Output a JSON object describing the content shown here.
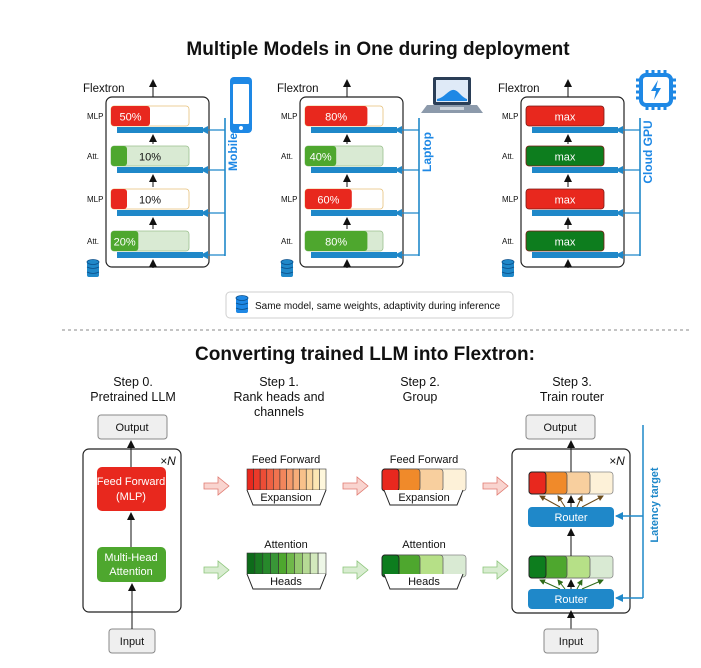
{
  "top_title": "Multiple Models in One during deployment",
  "flextron_label": "Flextron",
  "panels": [
    {
      "device": "Mobile",
      "layers": [
        {
          "type": "MLP",
          "value": "50%"
        },
        {
          "type": "Att.",
          "value": "10%"
        },
        {
          "type": "MLP",
          "value": "10%"
        },
        {
          "type": "Att.",
          "value": "20%"
        }
      ]
    },
    {
      "device": "Laptop",
      "layers": [
        {
          "type": "MLP",
          "value": "80%"
        },
        {
          "type": "Att.",
          "value": "40%"
        },
        {
          "type": "MLP",
          "value": "60%"
        },
        {
          "type": "Att.",
          "value": "80%"
        }
      ]
    },
    {
      "device": "Cloud GPU",
      "layers": [
        {
          "type": "MLP",
          "value": "max"
        },
        {
          "type": "Att.",
          "value": "max"
        },
        {
          "type": "MLP",
          "value": "max"
        },
        {
          "type": "Att.",
          "value": "max"
        }
      ]
    }
  ],
  "note": "Same model, same weights, adaptivity during inference",
  "bottom_title": "Converting trained LLM into Flextron:",
  "steps": {
    "s0": [
      "Step 0.",
      "Pretrained LLM"
    ],
    "s1": [
      "Step 1.",
      "Rank heads and",
      "channels"
    ],
    "s2": [
      "Step 2.",
      "Group"
    ],
    "s3": [
      "Step 3.",
      "Train router"
    ]
  },
  "blocks": {
    "output": "Output",
    "input": "Input",
    "times_n": "×N",
    "ff_line1": "Feed Forward",
    "ff_line2": "(MLP)",
    "mha_line1": "Multi-Head",
    "mha_line2": "Attention",
    "feed_forward": "Feed Forward",
    "attention": "Attention",
    "expansion": "Expansion",
    "heads": "Heads",
    "router": "Router",
    "latency_target": "Latency target"
  },
  "colors": {
    "red": "#e8281e",
    "green": "#4ea72e",
    "blue": "#1f88c9",
    "dark_green": "#0d7d1e",
    "light_red": "#f6c9c4",
    "light_green": "#d9ead3",
    "device_blue": "#1e88e5"
  }
}
